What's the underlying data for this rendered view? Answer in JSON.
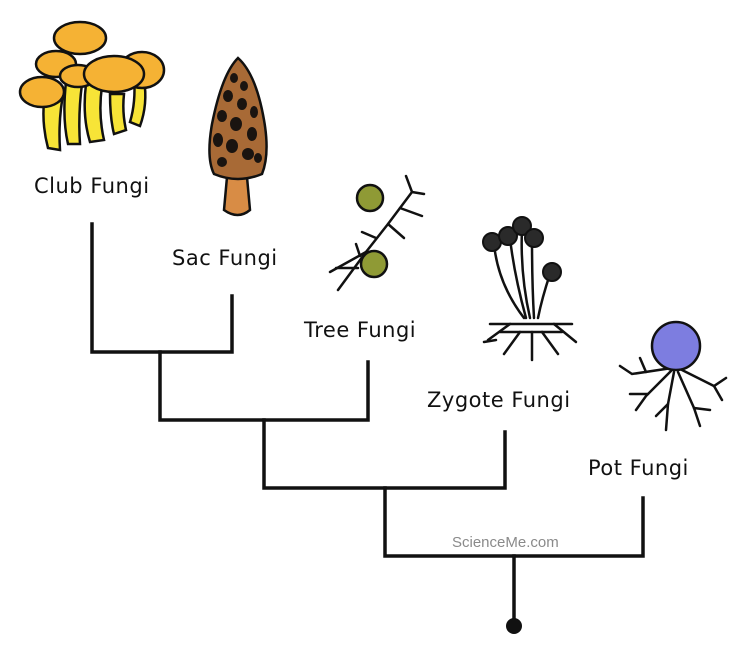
{
  "taxa": [
    {
      "id": "club",
      "label": "Club Fungi",
      "icon": "club-fungi-icon"
    },
    {
      "id": "sac",
      "label": "Sac Fungi",
      "icon": "morel-icon"
    },
    {
      "id": "tree",
      "label": "Tree Fungi",
      "icon": "tree-fungi-icon"
    },
    {
      "id": "zygote",
      "label": "Zygote Fungi",
      "icon": "zygote-fungi-icon"
    },
    {
      "id": "pot",
      "label": "Pot Fungi",
      "icon": "pot-fungi-icon"
    }
  ],
  "watermark": "ScienceMe.com",
  "colors": {
    "line": "#111111",
    "club_cap": "#f5b234",
    "club_stem": "#f7e437",
    "morel_cap": "#a86a36",
    "morel_stem": "#d88c45",
    "tree_sphere": "#8f9a35",
    "zygote_sphere": "#2a2a2a",
    "pot_sphere": "#7d7de0"
  }
}
